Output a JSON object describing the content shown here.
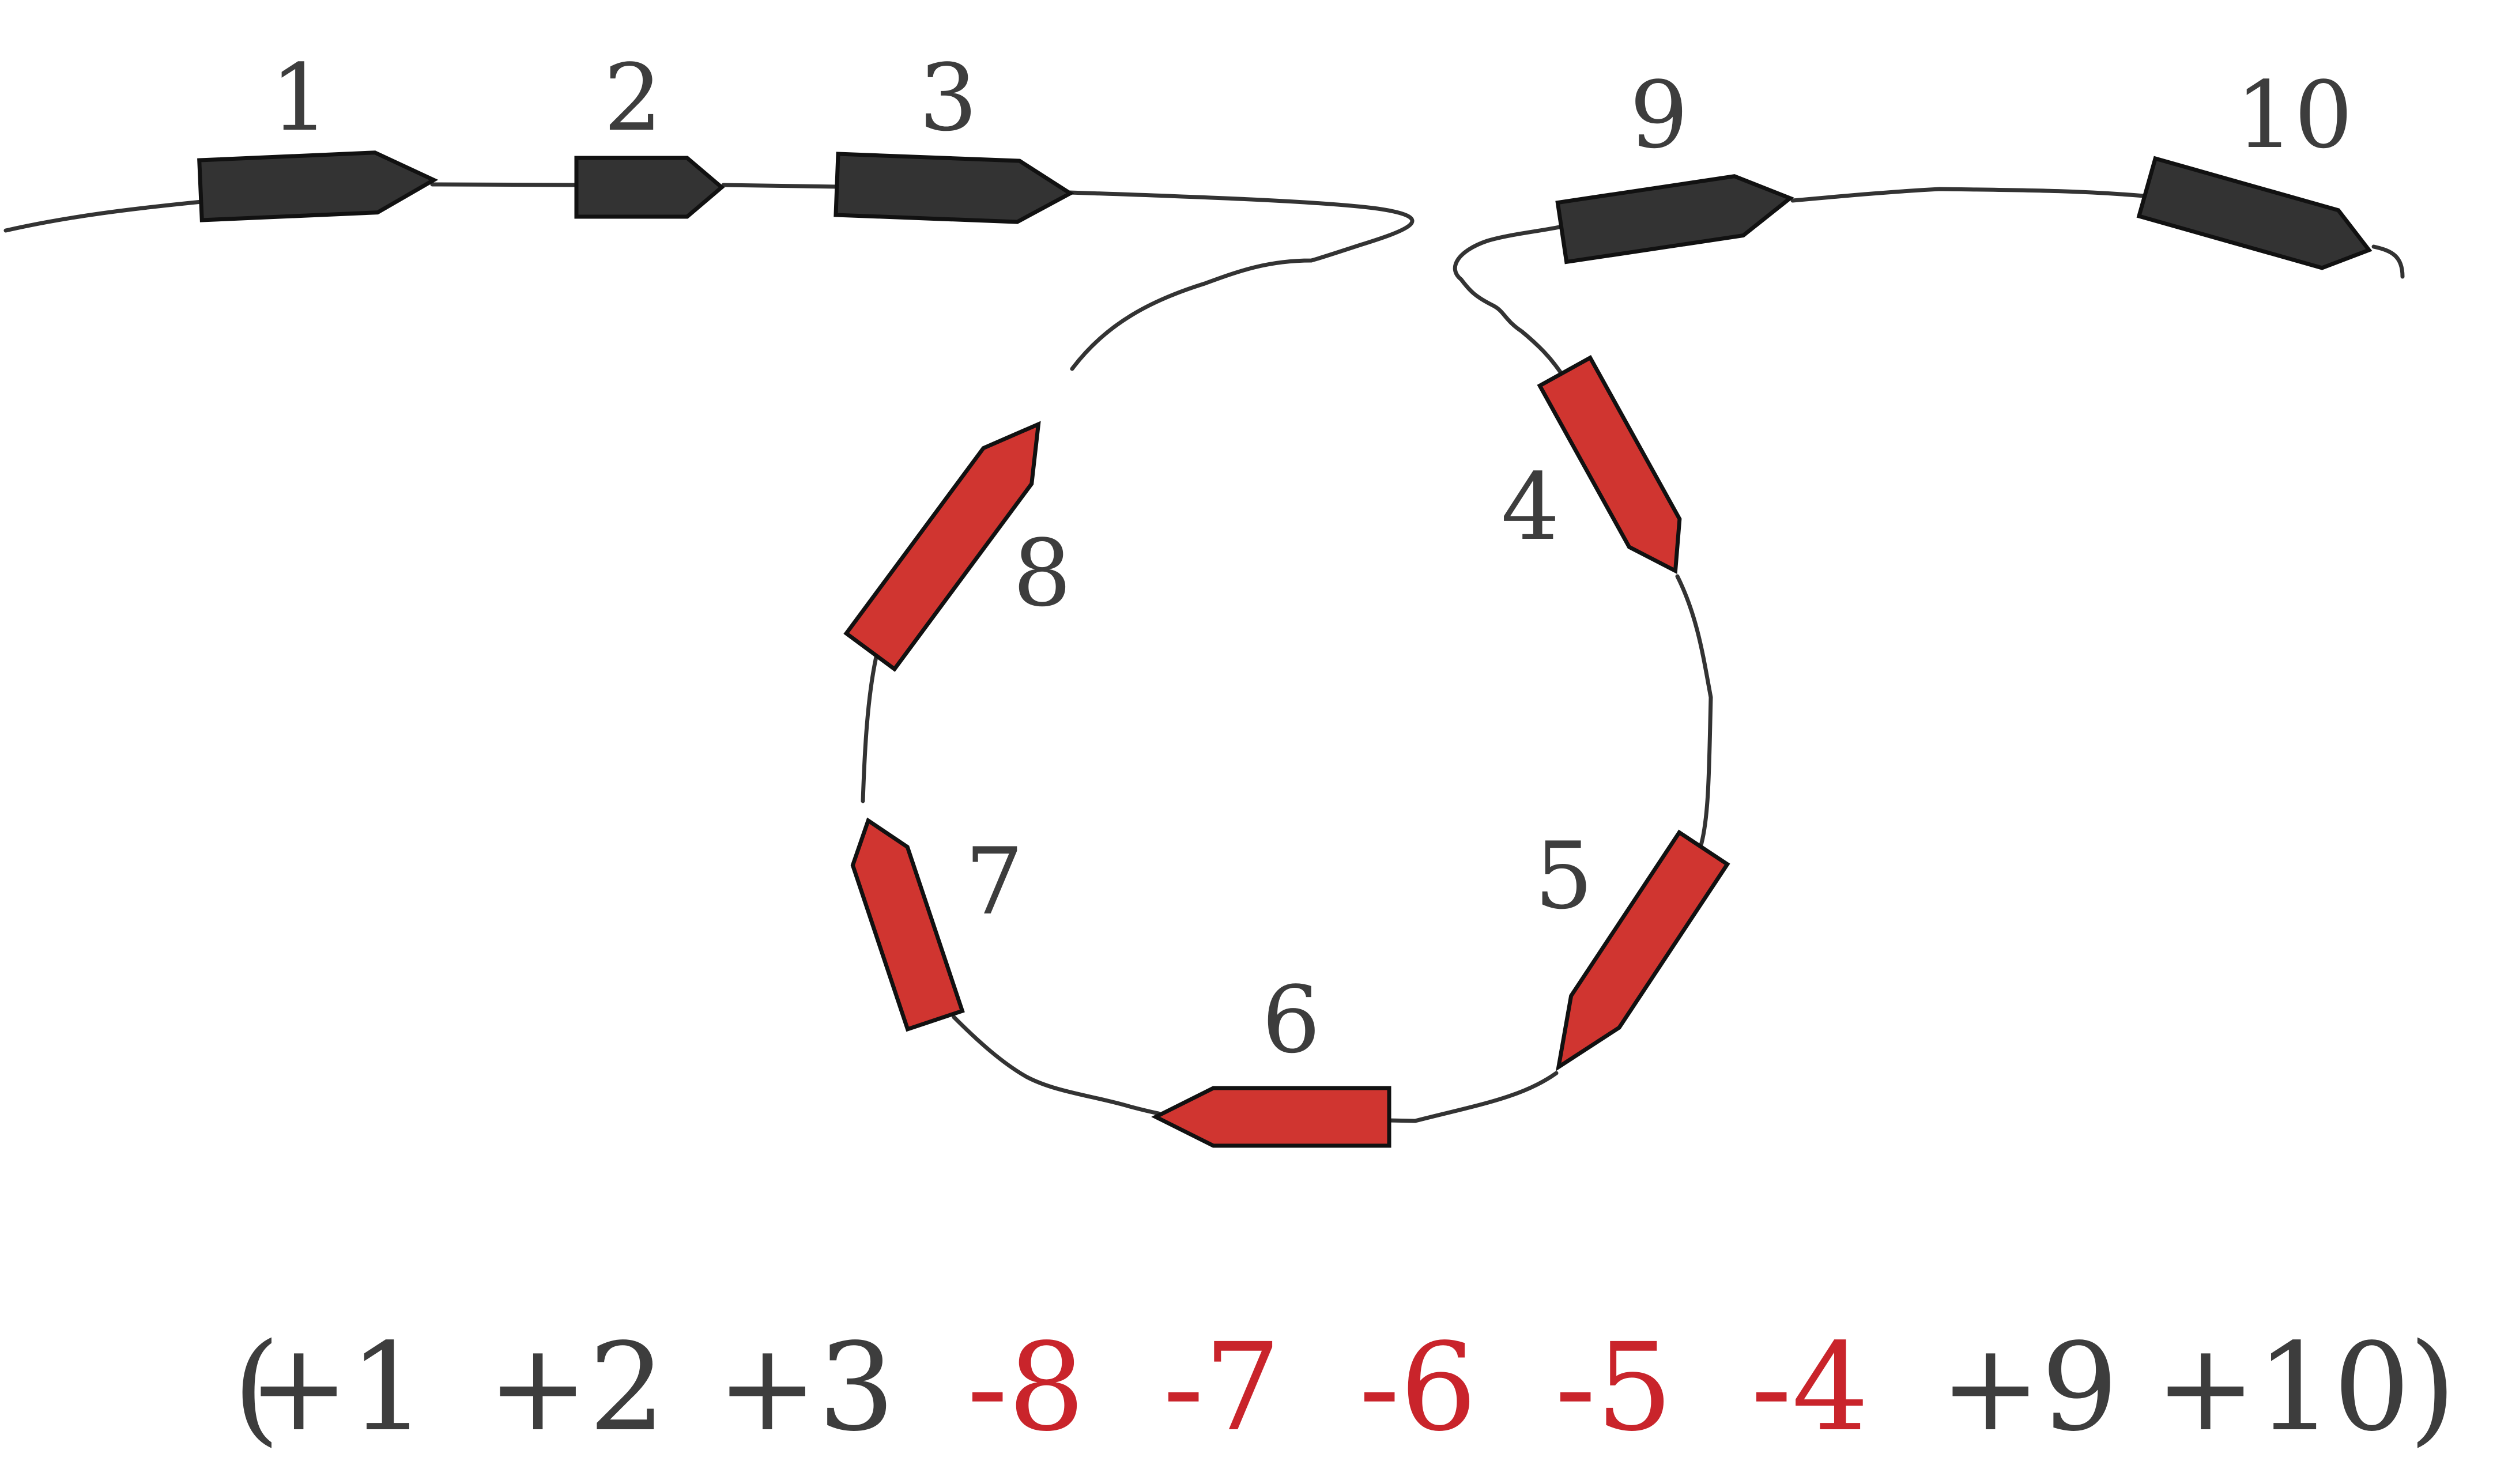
{
  "colors": {
    "forward": "#333333",
    "inverted": "#d03530",
    "text_forward": "#3d3d3d",
    "text_inverted": "#c9242b",
    "outline": "#111111",
    "line": "#333333"
  },
  "genes": [
    {
      "id": "1",
      "label": "1",
      "orientation": "forward"
    },
    {
      "id": "2",
      "label": "2",
      "orientation": "forward"
    },
    {
      "id": "3",
      "label": "3",
      "orientation": "forward"
    },
    {
      "id": "4",
      "label": "4",
      "orientation": "inverted"
    },
    {
      "id": "5",
      "label": "5",
      "orientation": "inverted"
    },
    {
      "id": "6",
      "label": "6",
      "orientation": "inverted"
    },
    {
      "id": "7",
      "label": "7",
      "orientation": "inverted"
    },
    {
      "id": "8",
      "label": "8",
      "orientation": "inverted"
    },
    {
      "id": "9",
      "label": "9",
      "orientation": "forward"
    },
    {
      "id": "10",
      "label": "10",
      "orientation": "forward"
    }
  ],
  "signed_permutation": {
    "open_paren": "(",
    "close_paren": ")",
    "items": [
      {
        "text": "+1",
        "orientation": "forward"
      },
      {
        "text": "+2",
        "orientation": "forward"
      },
      {
        "text": "+3",
        "orientation": "forward"
      },
      {
        "text": "-8",
        "orientation": "inverted"
      },
      {
        "text": "-7",
        "orientation": "inverted"
      },
      {
        "text": "-6",
        "orientation": "inverted"
      },
      {
        "text": "-5",
        "orientation": "inverted"
      },
      {
        "text": "-4",
        "orientation": "inverted"
      },
      {
        "text": "+9",
        "orientation": "forward"
      },
      {
        "text": "+10",
        "orientation": "forward"
      }
    ]
  }
}
